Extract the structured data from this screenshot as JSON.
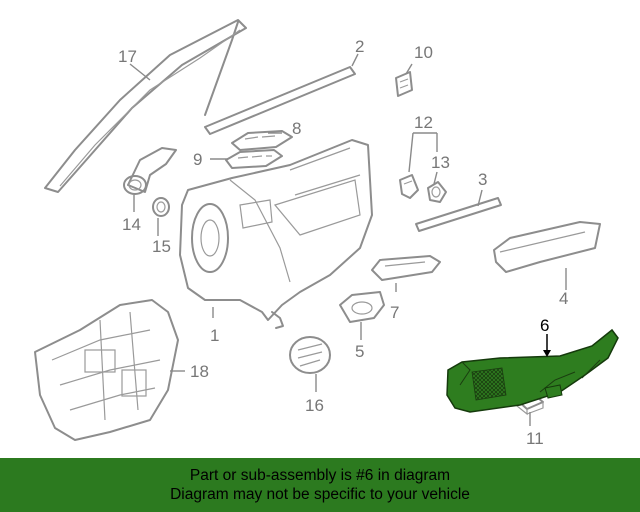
{
  "diagram": {
    "callouts": {
      "c1": "1",
      "c2": "2",
      "c3": "3",
      "c4": "4",
      "c5": "5",
      "c6": "6",
      "c7": "7",
      "c8": "8",
      "c9": "9",
      "c10": "10",
      "c11": "11",
      "c12": "12",
      "c13": "13",
      "c14": "14",
      "c15": "15",
      "c16": "16",
      "c17": "17",
      "c18": "18"
    },
    "highlighted_part": "6",
    "highlight_color": "#2e7d1f",
    "line_color": "#8d8d8d"
  },
  "footer": {
    "line1": "Part or sub-assembly is #6 in diagram",
    "line2": "Diagram may not be specific to your vehicle",
    "background": "#2c7a1f"
  }
}
